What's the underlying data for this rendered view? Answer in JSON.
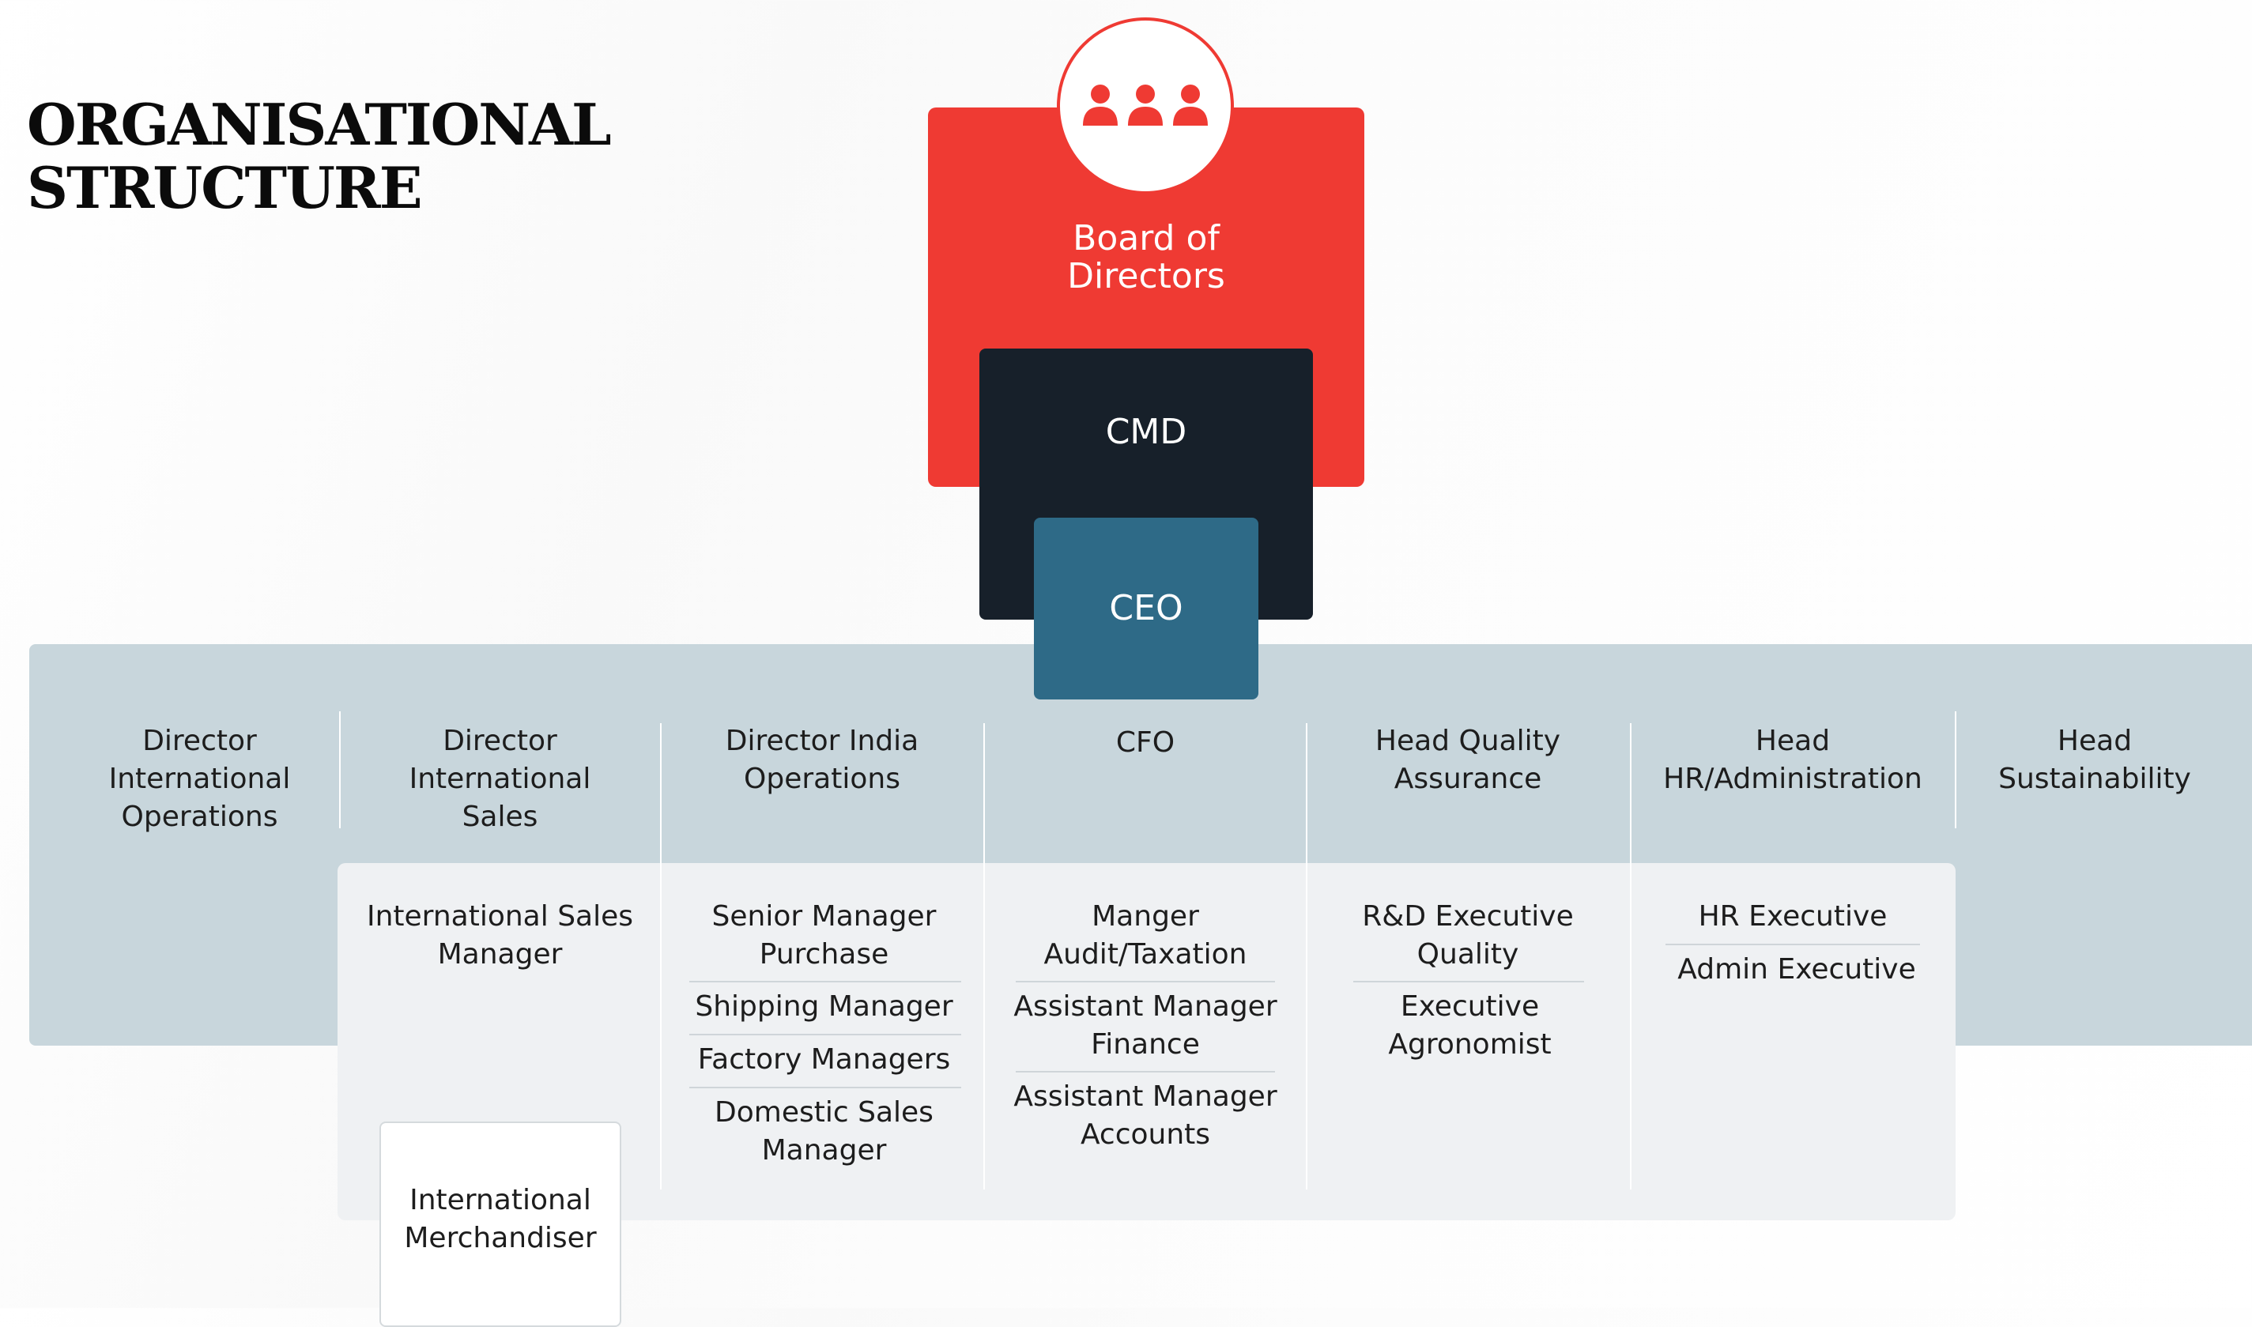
{
  "title": {
    "line1": "ORGANISATIONAL",
    "line2": "STRUCTURE"
  },
  "colors": {
    "board": "#ef3a33",
    "cmd": "#17202a",
    "ceo": "#2e6a87",
    "band": "#c8d6dc",
    "panel": "#eff1f3"
  },
  "board": {
    "icon": "people-group-icon",
    "label_line1": "Board of",
    "label_line2": "Directors"
  },
  "cmd": {
    "label": "CMD"
  },
  "ceo": {
    "label": "CEO"
  },
  "columns": [
    {
      "header": [
        "Director",
        "International",
        "Operations"
      ],
      "items": []
    },
    {
      "header": [
        "Director",
        "International",
        "Sales"
      ],
      "items": [
        [
          "International Sales",
          "Manager"
        ],
        [
          "International",
          "Merchandiser"
        ]
      ]
    },
    {
      "header": [
        "Director India",
        "Operations"
      ],
      "items": [
        [
          "Senior Manager",
          "Purchase"
        ],
        [
          "Shipping Manager"
        ],
        [
          "Factory Managers"
        ],
        [
          "Domestic Sales",
          "Manager"
        ]
      ]
    },
    {
      "header": [
        "CFO"
      ],
      "items": [
        [
          "Manger",
          "Audit/Taxation"
        ],
        [
          "Assistant Manager",
          "Finance"
        ],
        [
          "Assistant Manager",
          "Accounts"
        ]
      ]
    },
    {
      "header": [
        "Head Quality",
        "Assurance"
      ],
      "items": [
        [
          "R&D Executive",
          "Quality"
        ],
        [
          "Executive",
          "Agronomist"
        ]
      ]
    },
    {
      "header": [
        "Head",
        "HR/Administration"
      ],
      "items": [
        [
          "HR Executive"
        ],
        [
          "Admin Executive"
        ]
      ]
    },
    {
      "header": [
        "Head",
        "Sustainability"
      ],
      "items": []
    }
  ]
}
